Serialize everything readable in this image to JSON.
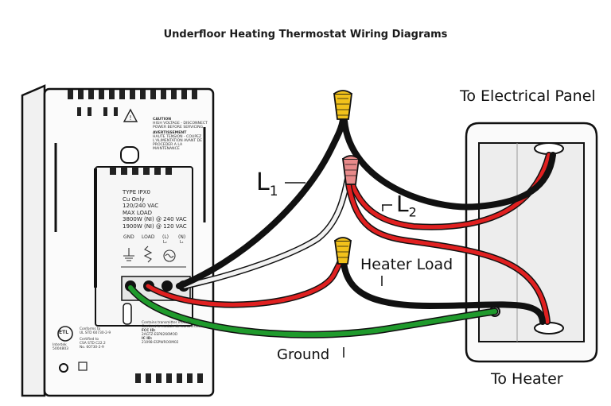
{
  "title": "Underfloor Heating Thermostat Wiring Diagrams",
  "labels": {
    "to_panel": "To Electrical Panel",
    "to_heater": "To Heater",
    "l1": "L",
    "l1_sub": "1",
    "l2": "L",
    "l2_sub": "2",
    "heater_load": "Heater Load",
    "ground": "Ground"
  },
  "thermostat": {
    "caution_title": "CAUTION",
    "caution_text": [
      "HIGH VOLTAGE - DISCONNECT",
      "POWER BEFORE SERVICING"
    ],
    "avert_title": "AVERTISSEMENT",
    "avert_text": [
      "HAUTE TENSION - COUPEZ",
      "L'ALIMENTATION AVANT DE",
      "PROCEDER A LA",
      "MAINTENANCE"
    ],
    "specs": [
      "TYPE IPX0",
      "Cu Only",
      "120/240 VAC",
      "MAX LOAD",
      "3800W (NI) @ 240 VAC",
      "1900W (NI) @ 120 VAC"
    ],
    "terminals": [
      "GND",
      "LOAD",
      "(L)",
      "(N)"
    ],
    "terminal_sub": [
      "L₂",
      "L₁"
    ],
    "etl": "ETL",
    "intertek": "Intertek",
    "intertek_num": "5004803",
    "conform": [
      "Conforms to",
      "UL STD 60730-2-9"
    ],
    "certified": [
      "Certified to",
      "CSA STD C22.2",
      "No. 60730-2-9"
    ],
    "fcc": [
      "Contains transmitter module",
      "Contient le module de transmission",
      "FCC ID:",
      "2AGTZ-ESP8266MOD",
      "IC ID:",
      "21098-ESPWROOM02"
    ]
  },
  "colors": {
    "black_wire": "#111111",
    "red_wire": "#e02020",
    "white_wire": "#f2f2f2",
    "green_wire": "#1f9a2c",
    "nut_yellow": "#f2c21b",
    "nut_red": "#e88a8a"
  }
}
